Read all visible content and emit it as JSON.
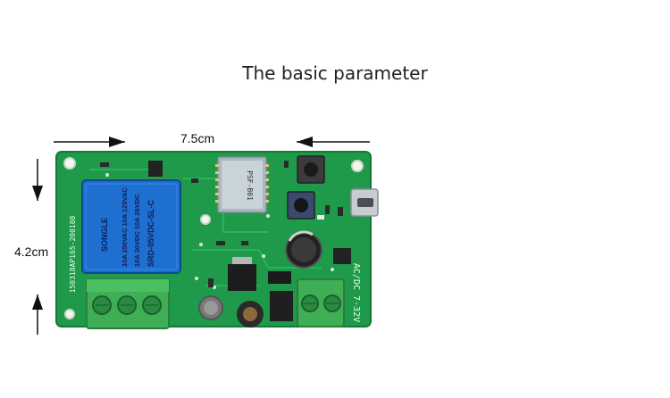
{
  "page": {
    "title": "The basic parameter"
  },
  "dimensions": {
    "width_label": "7.5cm",
    "height_label": "4.2cm"
  },
  "board": {
    "side_silkscreen": "150318AP165-200108",
    "input_label": "AC/DC 7-32V",
    "module_label": "PSF-B01",
    "relay_brand": "SONGLE",
    "relay_model": "SRD-05VDC-SL-C",
    "relay_rating_1": "10A 250VAC 10A 125VAC",
    "relay_rating_2": "10A 30VDC 10A 28VDC",
    "colors": {
      "pcb": "#1f9a4a",
      "relay": "#1e6fd0",
      "terminal": "#3fae55"
    }
  }
}
